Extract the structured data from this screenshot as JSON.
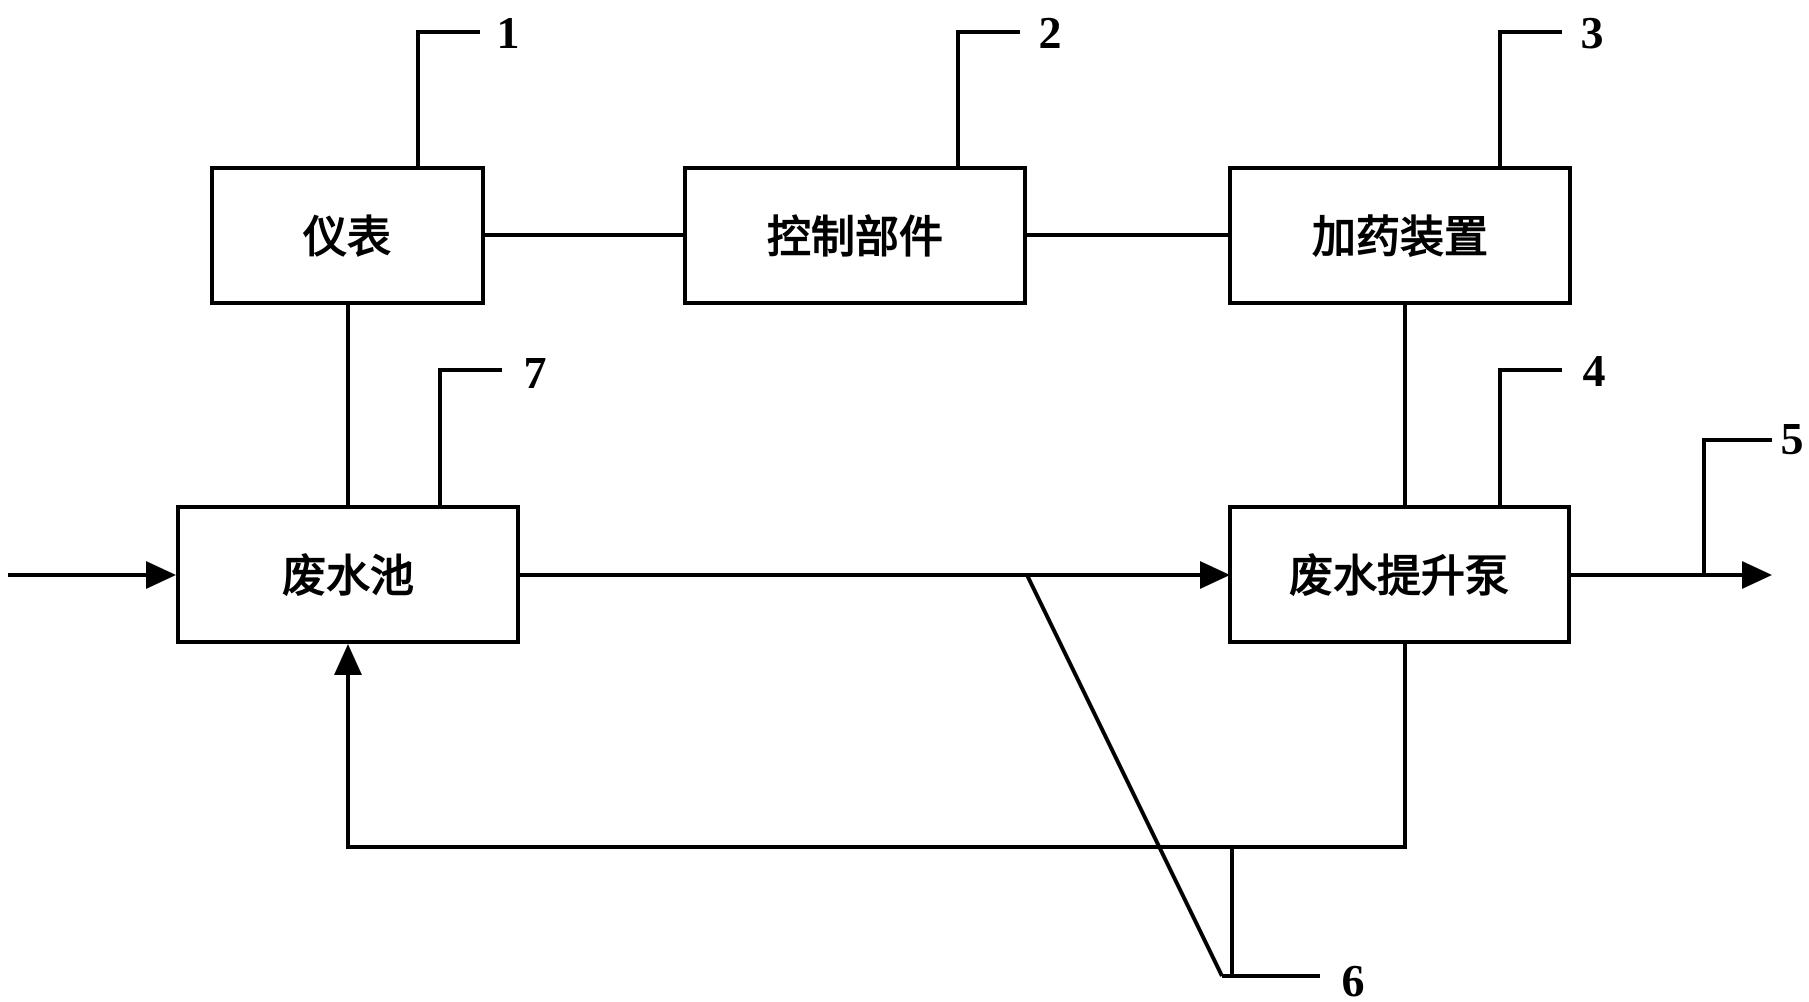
{
  "boxes": {
    "meter": "仪表",
    "control": "控制部件",
    "dosing": "加药装置",
    "pool": "废水池",
    "pump": "废水提升泵"
  },
  "labels": {
    "n1": "1",
    "n2": "2",
    "n3": "3",
    "n4": "4",
    "n5": "5",
    "n6": "6",
    "n7": "7"
  }
}
